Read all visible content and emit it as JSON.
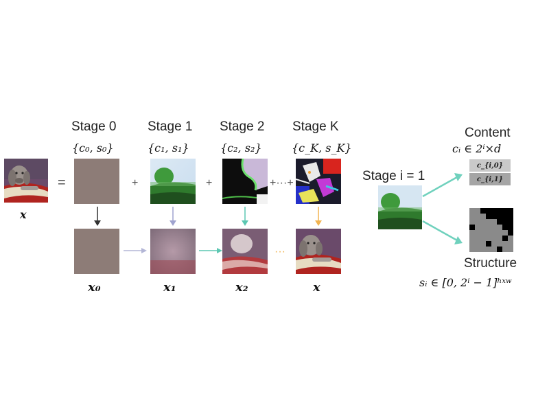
{
  "input_var": "x",
  "equals": "=",
  "stages": [
    {
      "label": "Stage 0",
      "set": "{c₀, s₀}",
      "output": "x₀"
    },
    {
      "label": "Stage 1",
      "set": "{c₁, s₁}",
      "output": "x₁"
    },
    {
      "label": "Stage 2",
      "set": "{c₂, s₂}",
      "output": "x₂"
    },
    {
      "label": "Stage K",
      "set": "{c_K, s_K}",
      "output": "x"
    }
  ],
  "plus": "+",
  "plus_dots": "+···+",
  "dots": "···",
  "detail": {
    "stage_label": "Stage i = 1",
    "content_title": "Content",
    "content_formula": "cᵢ ∈ 2ⁱ×d",
    "content_rows": [
      "c_{i,0}",
      "c_{i,1}"
    ],
    "structure_title": "Structure",
    "structure_formula": "sᵢ ∈ [0, 2ⁱ − 1]ʰˣʷ"
  },
  "colors": {
    "arrow_stage0": "#333333",
    "arrow_stage1": "#9fa3cf",
    "arrow_stage2": "#5cc7b2",
    "arrow_stageK": "#f2b451",
    "arrow_detail": "#6fd1bd"
  }
}
